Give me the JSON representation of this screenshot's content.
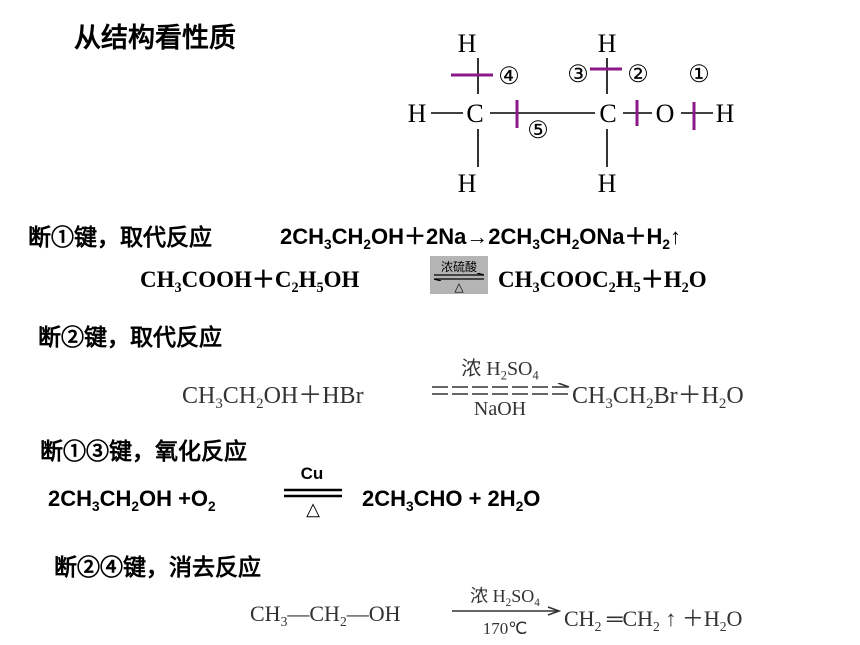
{
  "title": "从结构看性质",
  "structure": {
    "atoms": {
      "h_top_left": "H",
      "h_top_right": "H",
      "h_left": "H",
      "c_left": "C",
      "c_right": "C",
      "o": "O",
      "h_right": "H",
      "h_bottom_left": "H",
      "h_bottom_right": "H"
    },
    "bond_marks": {
      "b1": "①",
      "b2": "②",
      "b3": "③",
      "b4": "④",
      "b5": "⑤"
    },
    "cut_color": "#8B1A89"
  },
  "sections": [
    {
      "heading": "断①键，取代反应",
      "eq1": {
        "a": "2CH",
        "b": "3",
        "c": "CH",
        "d": "2",
        "e": "OH＋2Na→2CH",
        "f": "3",
        "g": "CH",
        "h": "2",
        "i": "ONa＋H",
        "j": "2",
        "k": "↑"
      },
      "eq2_left": {
        "a": "CH",
        "b": "3",
        "c": "COOH＋C",
        "d": "2",
        "e": "H",
        "f": "5",
        "g": "OH"
      },
      "eq2_cond_top": "浓硫酸",
      "eq2_cond_bottom": "△",
      "eq2_right": {
        "a": "CH",
        "b": "3",
        "c": "COOC",
        "d": "2",
        "e": "H",
        "f": "5",
        "g": "＋H",
        "h": "2",
        "i": "O"
      }
    },
    {
      "heading": "断②键，取代反应",
      "eq_left": {
        "a": "CH",
        "b": "3",
        "c": "CH",
        "d": "2",
        "e": "OH＋HBr"
      },
      "cond_top": {
        "a": "浓 H",
        "b": "2",
        "c": "SO",
        "d": "4"
      },
      "cond_bottom": "NaOH",
      "eq_right": {
        "a": "CH",
        "b": "3",
        "c": "CH",
        "d": "2",
        "e": "Br＋H",
        "f": "2",
        "g": "O"
      }
    },
    {
      "heading": "断①③键，氧化反应",
      "eq_left": {
        "a": "2CH",
        "b": "3",
        "c": "CH",
        "d": "2",
        "e": "OH +O",
        "f": "2"
      },
      "cond_top": "Cu",
      "cond_bottom": "△",
      "eq_right": {
        "a": "2CH",
        "b": "3",
        "c": "CHO + 2H",
        "d": "2",
        "e": "O"
      }
    },
    {
      "heading": "断②④键，消去反应",
      "eq_left": {
        "a": "CH",
        "b": "3",
        "c": "—CH",
        "d": "2",
        "e": "—OH"
      },
      "cond_top": {
        "a": "浓 H",
        "b": "2",
        "c": "SO",
        "d": "4"
      },
      "cond_bottom": "170℃",
      "eq_right": {
        "a": "CH",
        "b": "2",
        "c": " ═CH",
        "d": "2",
        "e": " ↑ ＋H",
        "f": "2",
        "g": "O"
      }
    }
  ]
}
